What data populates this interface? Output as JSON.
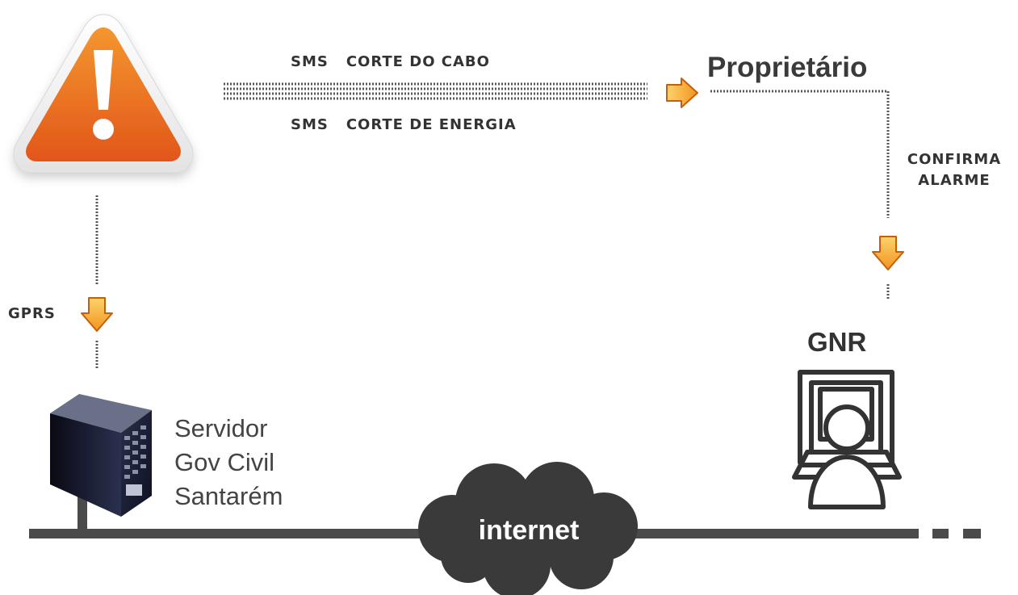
{
  "sms_top": {
    "prefix": "SMS",
    "text": "CORTE DO CABO"
  },
  "sms_bottom": {
    "prefix": "SMS",
    "text": "CORTE DE ENERGIA"
  },
  "owner_label": "Proprietário",
  "confirm": {
    "line1": "CONFIRMA",
    "line2": "ALARME"
  },
  "gprs_label": "GPRS",
  "gnr_label": "GNR",
  "server": {
    "line1": "Servidor",
    "line2": "Gov Civil",
    "line3": "Santarém"
  },
  "internet_label": "internet",
  "colors": {
    "arrow_fill": "#f7a12e",
    "arrow_stroke": "#c65f0a",
    "warning_orange": "#e8661c",
    "line_dark": "#4a4a4a",
    "cloud": "#3a3a3a"
  }
}
